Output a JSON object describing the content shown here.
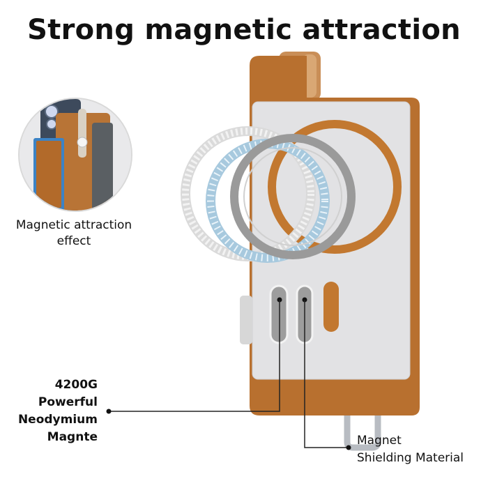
{
  "title": "Strong magnetic attraction",
  "inset_label": {
    "line1": "Magnetic attraction",
    "line2": "effect"
  },
  "magnet_label": {
    "lines": [
      "4200G",
      "Powerful",
      "Neodymium",
      "Magnte"
    ]
  },
  "shield_label": {
    "line1": "Magnet",
    "line2": "Shielding Material"
  },
  "colors": {
    "leather": "#b8702f",
    "plate": "#e2e2e4",
    "ring_light": "#dcdcdc",
    "ring_blue": "#a7c9de",
    "ring_grey": "#9a9a9a"
  }
}
